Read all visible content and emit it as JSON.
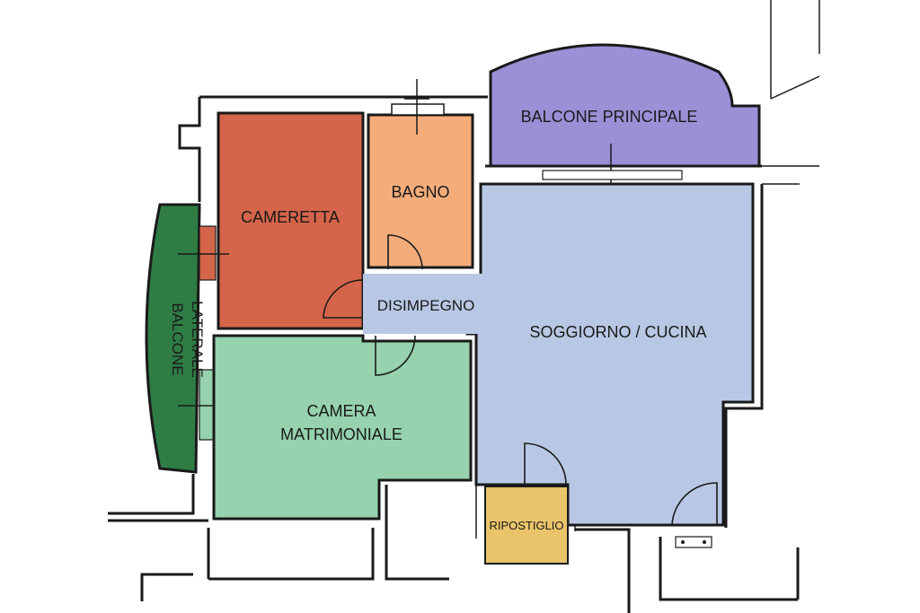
{
  "rooms": {
    "balcone_principale": {
      "label": "BALCONE PRINCIPALE",
      "color": "#9b8fd6"
    },
    "cameretta": {
      "label": "CAMERETTA",
      "color": "#d4654a"
    },
    "bagno": {
      "label": "BAGNO",
      "color": "#f4ad7a"
    },
    "disimpegno": {
      "label": "DISIMPEGNO",
      "color": "#b8c8e4"
    },
    "soggiorno_cucina": {
      "label": "SOGGIORNO / CUCINA",
      "color": "#b8c8e4"
    },
    "balcone_laterale": {
      "label_line1": "BALCONE",
      "label_line2": "LATERALE",
      "color": "#2f7d45"
    },
    "camera_matrimoniale": {
      "label_line1": "CAMERA",
      "label_line2": "MATRIMONIALE",
      "color": "#95d2ad"
    },
    "ripostiglio": {
      "label": "RIPOSTIGLIO",
      "color": "#e9c46a"
    }
  }
}
